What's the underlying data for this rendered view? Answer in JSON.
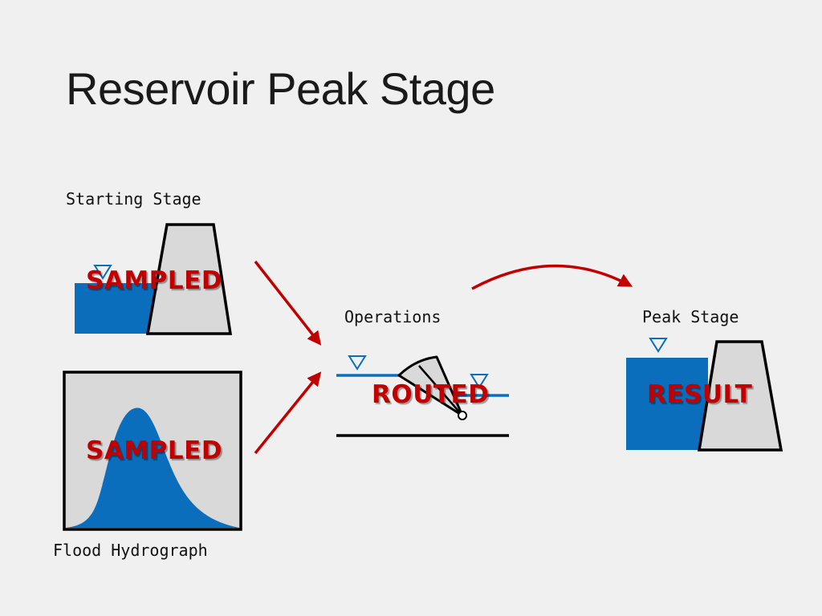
{
  "title": "Reservoir Peak Stage",
  "labels": {
    "starting_stage": "Starting Stage",
    "flood_hydrograph": "Flood Hydrograph",
    "operations": "Operations",
    "peak_stage": "Peak Stage"
  },
  "stamps": {
    "starting_stage": "SAMPLED",
    "flood_hydrograph": "SAMPLED",
    "operations": "ROUTED",
    "peak_stage": "RESULT"
  },
  "colors": {
    "background": "#f0f0f0",
    "water": "#0a6ebd",
    "dam": "#d9d9d9",
    "arrow": "#c00000",
    "stamp": "#c00000",
    "outline": "#000000"
  },
  "icons": [
    "water-level-triangle-icon",
    "tainter-gate-icon",
    "arrow-icon"
  ]
}
